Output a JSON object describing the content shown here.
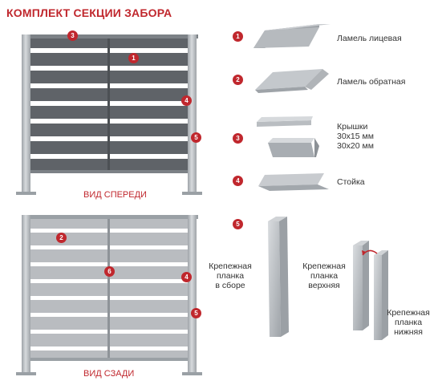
{
  "title": "КОМПЛЕКТ СЕКЦИИ ЗАБОРА",
  "views": {
    "front": "ВИД СПЕРЕДИ",
    "back": "ВИД СЗАДИ"
  },
  "parts": {
    "p1": {
      "num": "1",
      "label": "Ламель лицевая"
    },
    "p2": {
      "num": "2",
      "label": "Ламель обратная"
    },
    "p3": {
      "num": "3",
      "label_lines": [
        "Крышки",
        "30х15 мм",
        "30х20 мм"
      ]
    },
    "p4": {
      "num": "4",
      "label": "Стойка"
    },
    "p5": {
      "num": "5"
    }
  },
  "brackets": {
    "assembled": [
      "Крепежная",
      "планка",
      "в сборе"
    ],
    "top": [
      "Крепежная",
      "планка",
      "верхняя"
    ],
    "bottom": [
      "Крепежная",
      "планка",
      "нижняя"
    ]
  },
  "front_markers": [
    "3",
    "1",
    "4",
    "5"
  ],
  "back_markers": [
    "2",
    "6",
    "4",
    "5"
  ],
  "colors": {
    "accent": "#c0272d",
    "lamel_front": "#5f6368",
    "lamel_back": "#b9bcc0",
    "post": "#b2b6ba",
    "metal_light": "#d4d7da",
    "metal_mid": "#aeb2b6",
    "metal_dark": "#8c9196"
  }
}
